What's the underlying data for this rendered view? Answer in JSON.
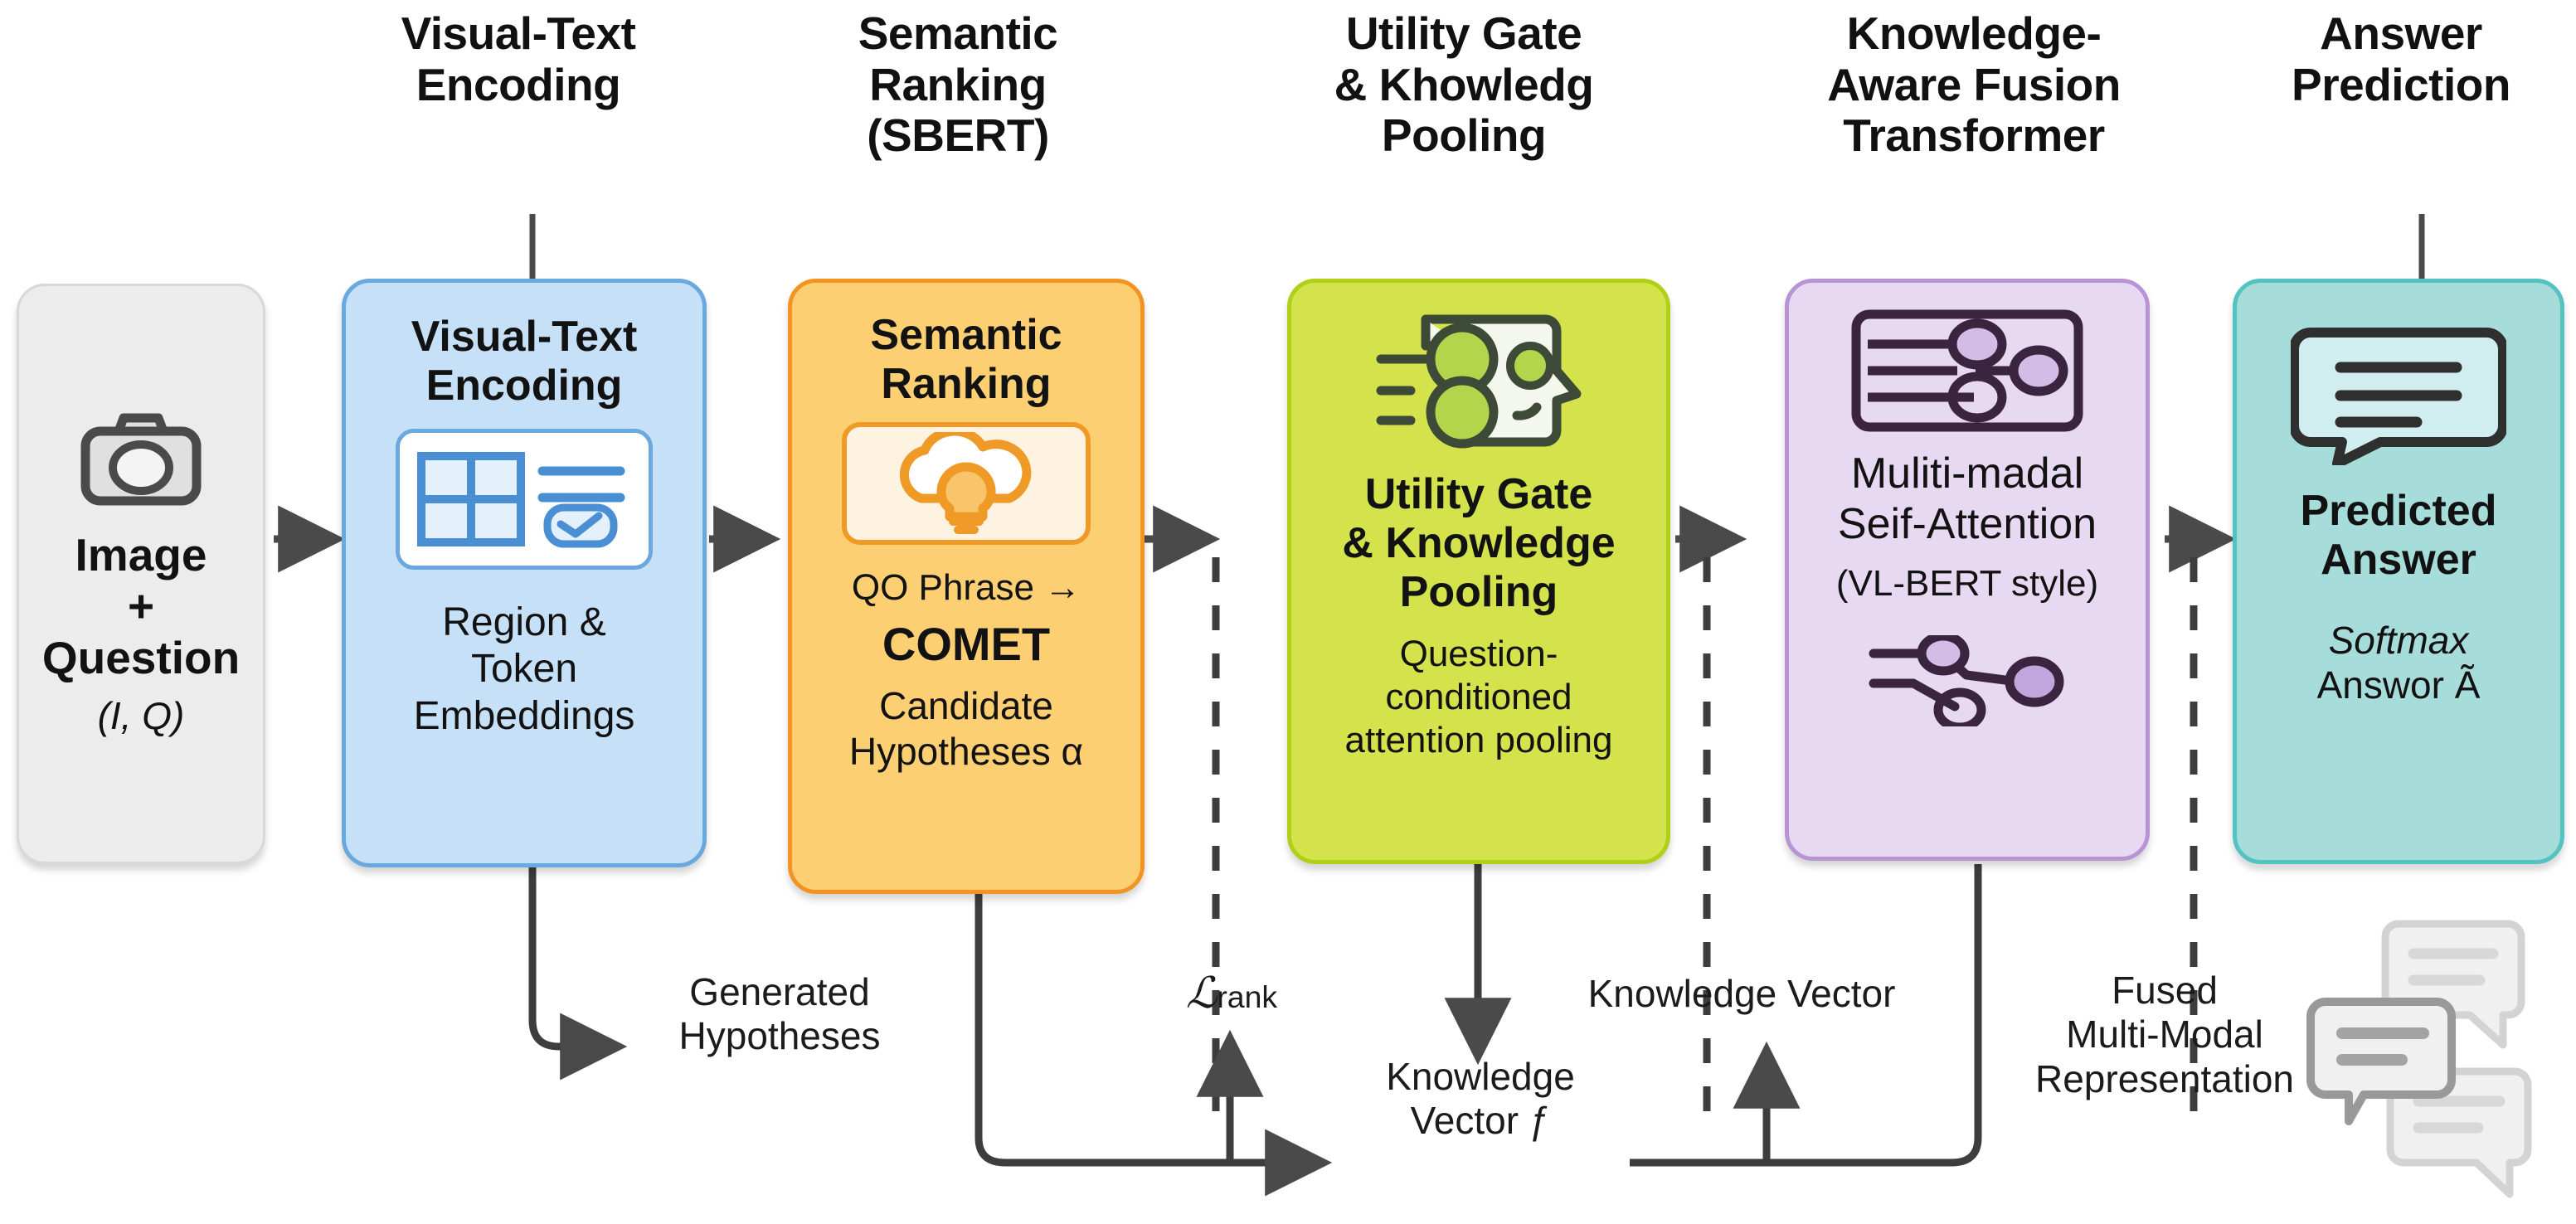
{
  "headers": [
    {
      "id": "visual-text-encoding",
      "lines": [
        "Visual-Text",
        "Encoding"
      ]
    },
    {
      "id": "semantic-ranking",
      "lines": [
        "Semantic",
        "Ranking",
        "(SBERT)"
      ]
    },
    {
      "id": "utility-gate-knowledge-pooling",
      "lines": [
        "Utility Gate",
        "& Khowledg",
        "Pooling"
      ]
    },
    {
      "id": "knowledge-aware-fusion-transformer",
      "lines": [
        "Knowledge-",
        "Aware Fusion",
        "Transformer"
      ]
    },
    {
      "id": "answer-prediction",
      "lines": [
        "Answer",
        "Prediction"
      ]
    }
  ],
  "boxes": {
    "input": {
      "icon": "camera-icon",
      "title_lines": [
        "Image",
        "+",
        "Question"
      ],
      "subtitle": "(I, Q)",
      "color": "#ececec"
    },
    "encoding": {
      "title_lines": [
        "Visual-Text",
        "Encoding"
      ],
      "icon": "layout-grid-checkmark-icon",
      "subtitle_lines": [
        "Region &",
        "Token",
        "Embeddings"
      ],
      "color": "#c6e0f7"
    },
    "ranking": {
      "title_lines": [
        "Semantic",
        "Ranking"
      ],
      "icon": "cloud-lightbulb-icon",
      "sub_top": "QO Phrase →",
      "sub_strong": "COMET",
      "sub_lines": [
        "Candidate",
        "Hypotheses α"
      ],
      "color": "#fdcf73"
    },
    "gate": {
      "icon": "head-profile-nodes-icon",
      "title_lines": [
        "Utility Gate",
        "& Knowledge",
        "Pooling"
      ],
      "subtitle_lines": [
        "Question-",
        "conditioned",
        "attention pooling"
      ],
      "color": "#d4e34b"
    },
    "fusion": {
      "icon": "attention-graph-icon",
      "title_lines": [
        "Muliti-madal",
        "Seif-Attention"
      ],
      "subtitle": "(VL-BERT style)",
      "icon_bottom": "node-branch-icon",
      "color": "#e8d9f2"
    },
    "answer": {
      "icon": "speech-bubble-icon",
      "title_lines": [
        "Predicted",
        "Answer"
      ],
      "sub_italic": "Softmax",
      "sub_line": "Answor Ã",
      "color": "#a6dcd9"
    }
  },
  "annotations": {
    "generated_hypotheses": [
      "Generated",
      "Hypotheses"
    ],
    "rank_loss": {
      "symbol": "ℒ",
      "subscript": "rank"
    },
    "knowledge_vector_f": [
      "Knowledge",
      "Vector ƒ"
    ],
    "knowledge_vector": "Knowledge Vector",
    "fused_repr": [
      "Fused",
      "Multi-Modal",
      "Representation"
    ]
  },
  "watermark": {
    "icon": "triple-speech-bubble-watermark"
  },
  "colors": {
    "arrow": "#4a4a4a",
    "grey_box": "#ececec",
    "blue_box": "#c6e0f7",
    "orange_box": "#fdcf73",
    "green_box": "#d4e34b",
    "purple_box": "#e8d9f2",
    "teal_box": "#a6dcd9"
  }
}
